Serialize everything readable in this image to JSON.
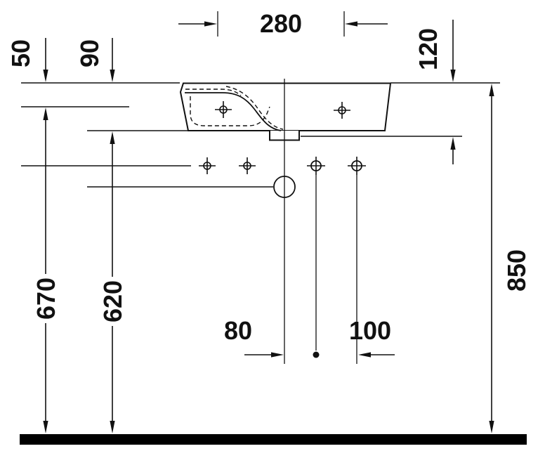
{
  "diagram": {
    "subject": "wall-mounted-washbasin-installation-drawing",
    "view": "front-elevation"
  },
  "colors": {
    "line": "#111111",
    "background": "#ffffff",
    "floor_bar": "#000000"
  },
  "dimensions": {
    "top_width": "280",
    "left_upper_offset": "50",
    "left_lower_offset": "90",
    "right_upper_offset": "120",
    "left_outer_height": "670",
    "left_inner_height": "620",
    "right_height": "850",
    "bottom_left_spacing": "80",
    "bottom_right_spacing": "100"
  }
}
